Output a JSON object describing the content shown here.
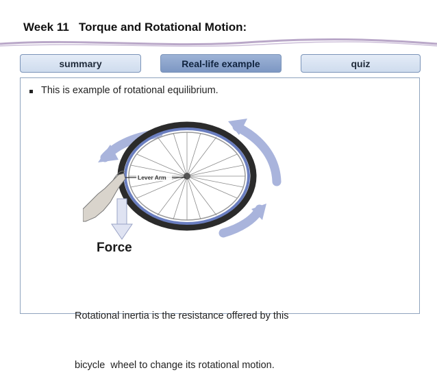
{
  "header": {
    "title": "Week 11   Torque and Rotational Motion:"
  },
  "tabs": [
    {
      "label": "summary",
      "active": false
    },
    {
      "label": "Real-life example",
      "active": true
    },
    {
      "label": "quiz",
      "active": false
    }
  ],
  "content": {
    "bullet": "This is example of rotational equilibrium.",
    "figure": {
      "lever_label": "Lever Arm",
      "force_label": "Force"
    },
    "caption_lines": [
      "Rotational inertia is the resistance offered by this",
      "bicycle  wheel to change its rotational motion."
    ]
  },
  "colors": {
    "accent": "#9aa9d6",
    "tab_active": "#8aa2cb",
    "tab_inactive": "#d9e3f2",
    "panel_border": "#8fa3bd"
  }
}
